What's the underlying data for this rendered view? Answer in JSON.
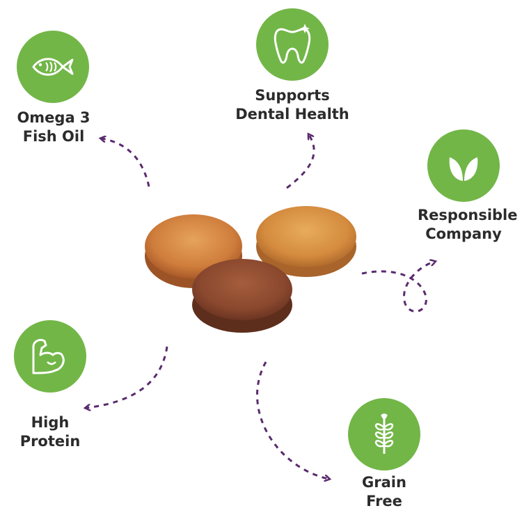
{
  "colors": {
    "badge_green": "#72b648",
    "arrow_purple": "#5a2a6e",
    "text_dark": "#2b2b2b",
    "treat_orange": "#c9793a",
    "treat_brown": "#8c4a2f"
  },
  "features": [
    {
      "icon": "fish-icon",
      "line1": "Omega 3",
      "line2": "Fish Oil"
    },
    {
      "icon": "tooth-icon",
      "line1": "Supports",
      "line2": "Dental Health"
    },
    {
      "icon": "leaf-icon",
      "line1": "Responsible",
      "line2": "Company"
    },
    {
      "icon": "flexed-arm-icon",
      "line1": "High",
      "line2": "Protein"
    },
    {
      "icon": "wheat-icon",
      "line1": "Grain",
      "line2": "Free"
    }
  ]
}
